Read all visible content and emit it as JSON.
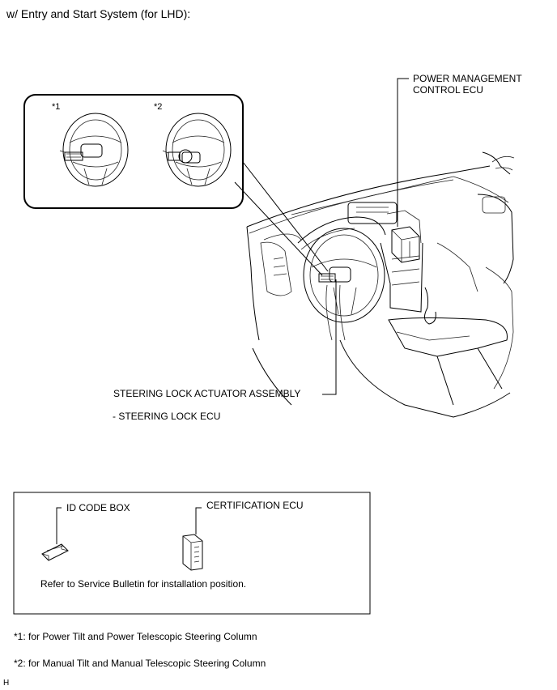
{
  "title": "w/ Entry and Start System (for LHD):",
  "labels": {
    "inset1": "*1",
    "inset2": "*2",
    "power_mgmt_line1": "POWER MANAGEMENT",
    "power_mgmt_line2": "CONTROL ECU",
    "steering_lock_assembly": "STEERING LOCK ACTUATOR ASSEMBLY",
    "steering_lock_ecu": "- STEERING LOCK ECU",
    "id_code_box": "ID CODE BOX",
    "certification_ecu": "CERTIFICATION ECU",
    "bulletin_note": "Refer to Service Bulletin for installation position."
  },
  "footnotes": [
    "*1: for Power Tilt and Power Telescopic Steering Column",
    "*2: for Manual Tilt and Manual Telescopic Steering Column"
  ],
  "corner_mark": "H"
}
